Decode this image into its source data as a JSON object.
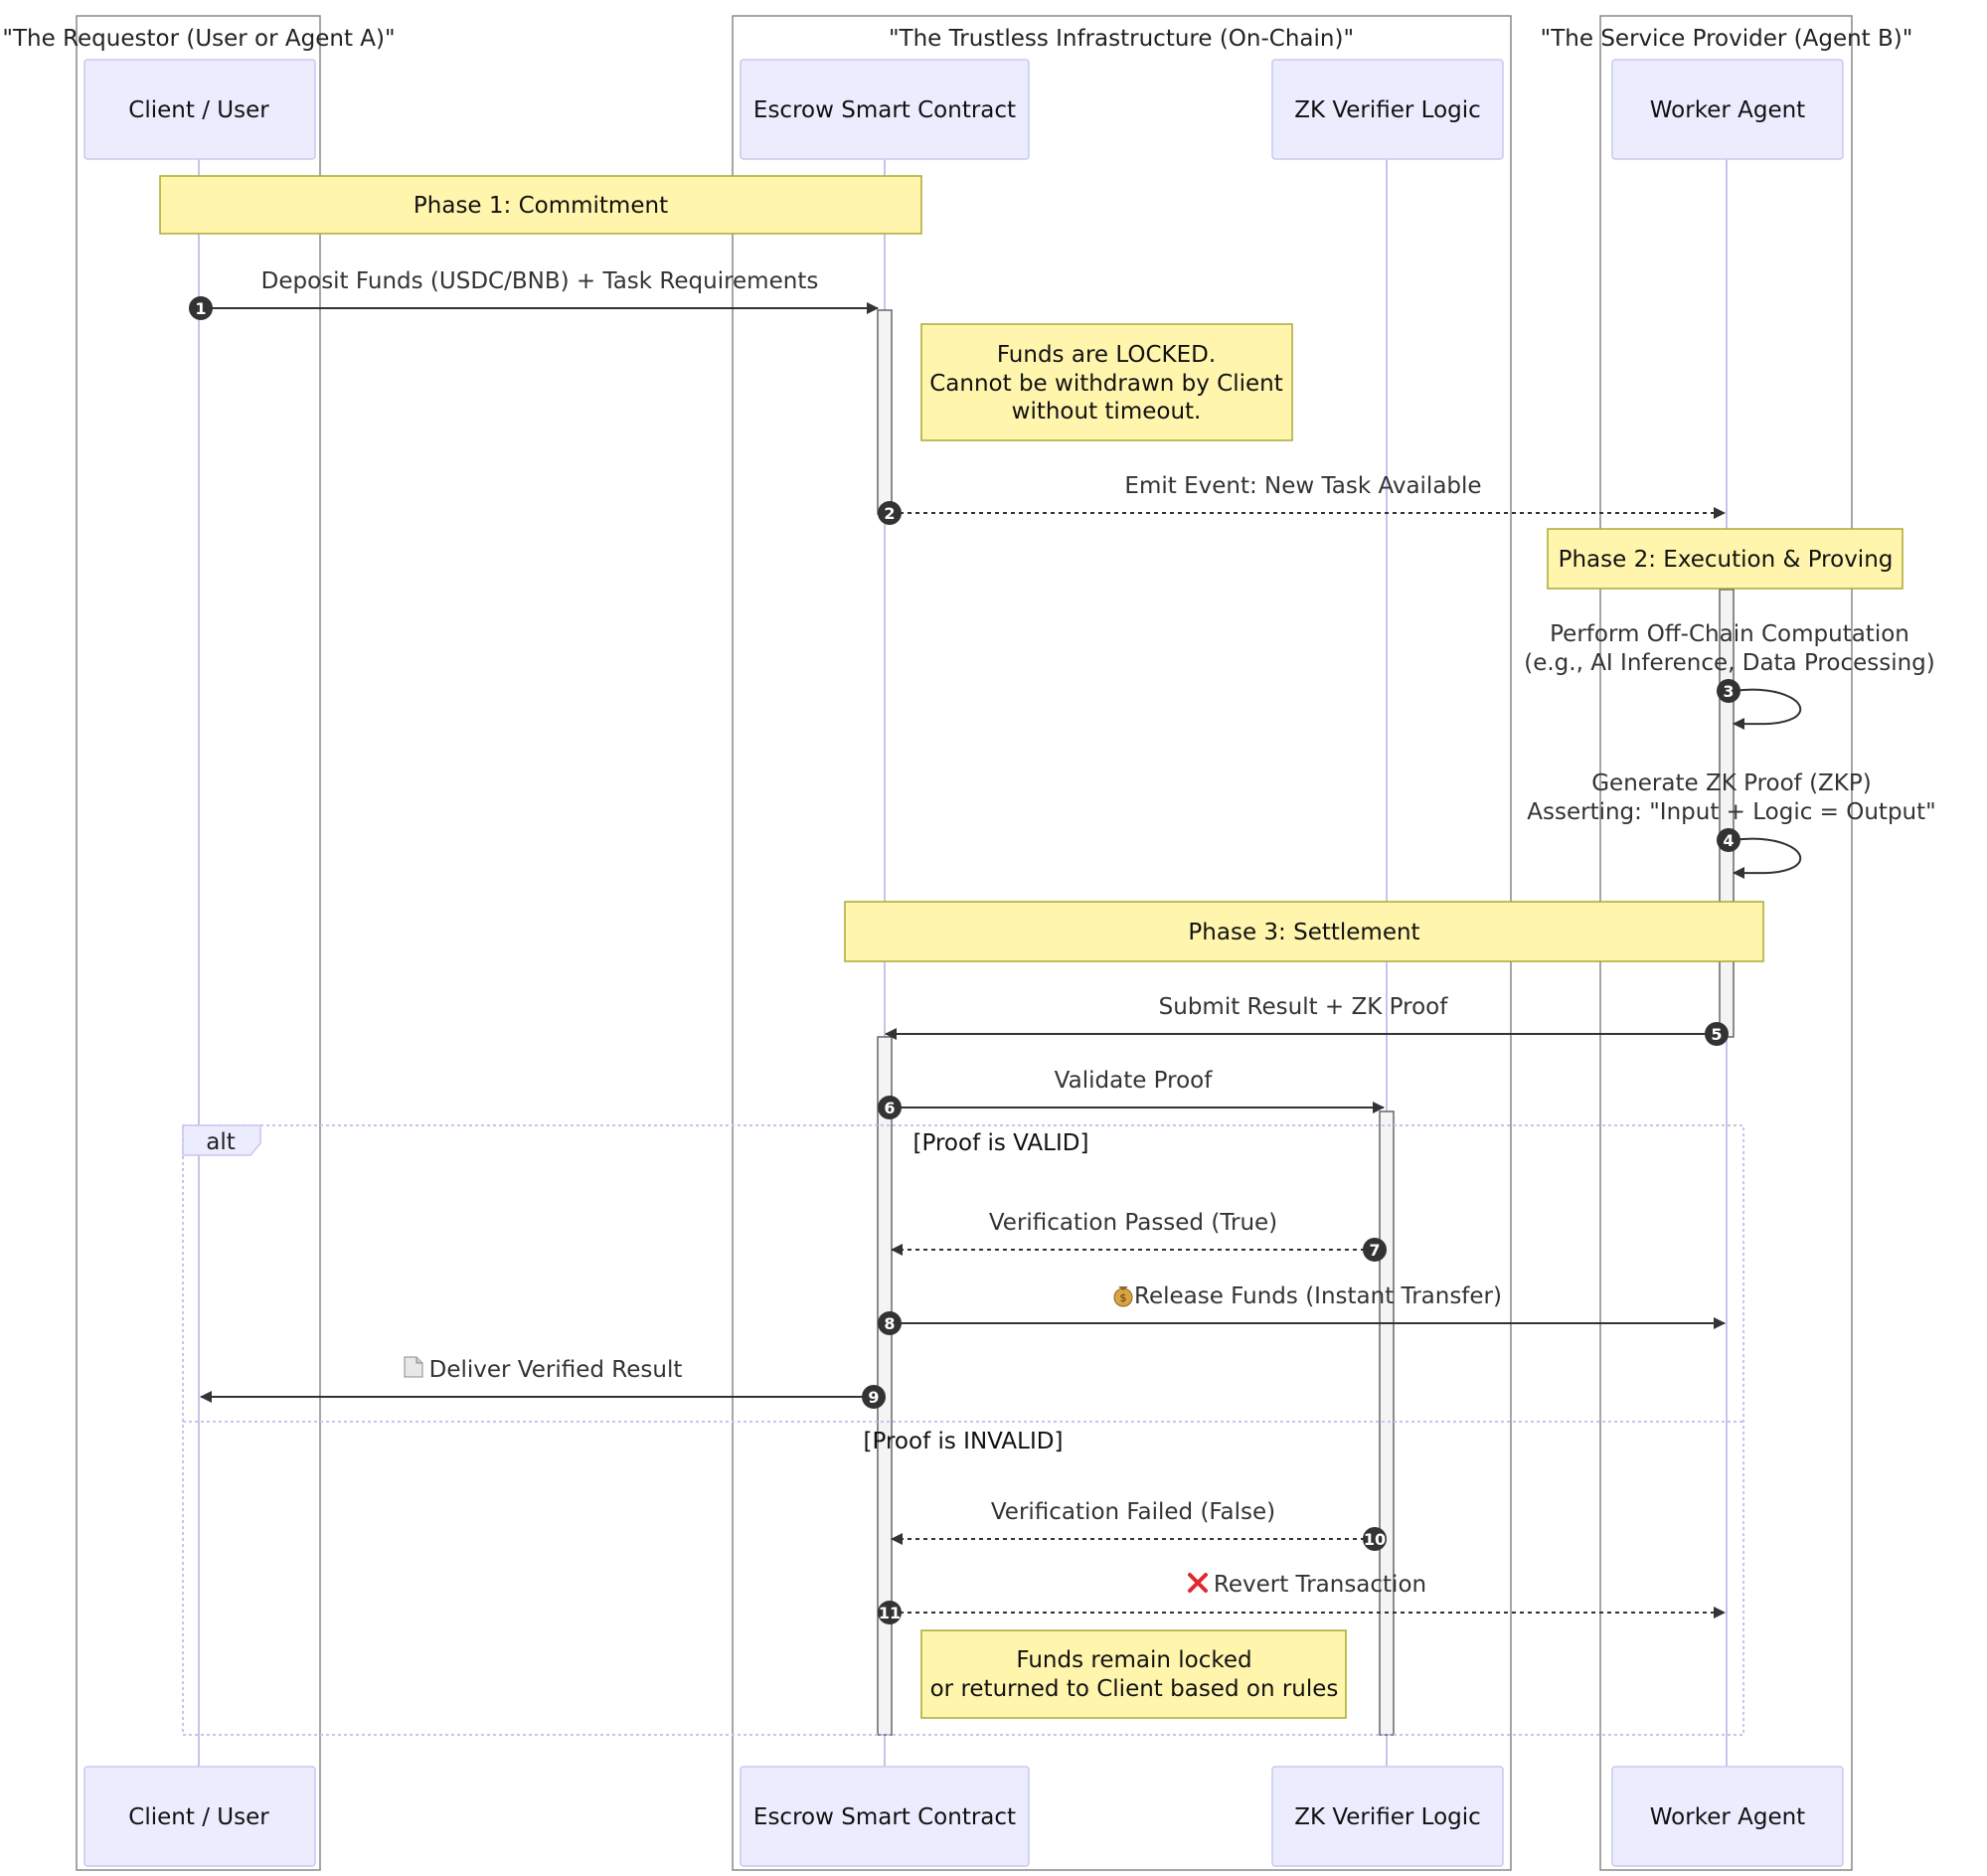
{
  "groups": [
    {
      "id": "requestor",
      "label": "\"The Requestor (User or Agent A)\""
    },
    {
      "id": "infra",
      "label": "\"The Trustless Infrastructure (On-Chain)\""
    },
    {
      "id": "provider",
      "label": "\"The Service Provider (Agent B)\""
    }
  ],
  "participants": [
    {
      "id": "client",
      "label": "Client / User"
    },
    {
      "id": "escrow",
      "label": "Escrow Smart Contract"
    },
    {
      "id": "verifier",
      "label": "ZK Verifier Logic"
    },
    {
      "id": "worker",
      "label": "Worker Agent"
    }
  ],
  "phases": [
    {
      "id": "phase1",
      "label": "Phase 1: Commitment"
    },
    {
      "id": "phase2",
      "label": "Phase 2: Execution & Proving"
    },
    {
      "id": "phase3",
      "label": "Phase 3: Settlement"
    }
  ],
  "notes": [
    {
      "id": "locked",
      "lines": [
        "Funds are LOCKED.",
        "Cannot be withdrawn by Client",
        "without timeout."
      ]
    },
    {
      "id": "remain",
      "lines": [
        "Funds remain locked",
        "or returned to Client based on rules"
      ]
    }
  ],
  "messages": [
    {
      "n": "1",
      "from": "client",
      "to": "escrow",
      "style": "solid",
      "lines": [
        "Deposit Funds (USDC/BNB) + Task Requirements"
      ]
    },
    {
      "n": "2",
      "from": "escrow",
      "to": "worker",
      "style": "dashed",
      "lines": [
        "Emit Event: New Task Available"
      ]
    },
    {
      "n": "3",
      "from": "worker",
      "to": "worker",
      "style": "self",
      "lines": [
        "Perform Off-Chain Computation",
        "(e.g., AI Inference, Data Processing)"
      ]
    },
    {
      "n": "4",
      "from": "worker",
      "to": "worker",
      "style": "self",
      "lines": [
        "Generate ZK Proof (ZKP)",
        "Asserting: \"Input + Logic = Output\""
      ]
    },
    {
      "n": "5",
      "from": "worker",
      "to": "escrow",
      "style": "solid",
      "lines": [
        "Submit Result + ZK Proof"
      ]
    },
    {
      "n": "6",
      "from": "escrow",
      "to": "verifier",
      "style": "solid",
      "lines": [
        "Validate Proof"
      ]
    },
    {
      "n": "7",
      "from": "verifier",
      "to": "escrow",
      "style": "dashed",
      "lines": [
        "Verification Passed (True)"
      ]
    },
    {
      "n": "8",
      "from": "escrow",
      "to": "worker",
      "style": "solid",
      "icon": "money-bag-icon",
      "lines": [
        "Release Funds (Instant Transfer)"
      ]
    },
    {
      "n": "9",
      "from": "escrow",
      "to": "client",
      "style": "solid",
      "icon": "document-icon",
      "lines": [
        "Deliver Verified Result"
      ]
    },
    {
      "n": "10",
      "from": "verifier",
      "to": "escrow",
      "style": "dashed",
      "lines": [
        "Verification Failed (False)"
      ]
    },
    {
      "n": "11",
      "from": "escrow",
      "to": "worker",
      "style": "dashed",
      "icon": "cross-mark-icon",
      "lines": [
        "Revert Transaction"
      ]
    }
  ],
  "alt": {
    "label": "alt",
    "conditions": [
      "[Proof is VALID]",
      "[Proof is INVALID]"
    ]
  },
  "colors": {
    "participant_fill": "#ECECFF",
    "participant_stroke": "#C9C9EE",
    "lifeline": "#C8C3EB",
    "note_fill": "#FFF5AD",
    "note_stroke": "#AAAA33",
    "arrow": "#333333",
    "number_badge": "#333333",
    "activation_fill": "#F4F4F4",
    "activation_stroke": "#666666",
    "group_stroke": "#888888",
    "alt_stroke": "#C9C3F0"
  }
}
